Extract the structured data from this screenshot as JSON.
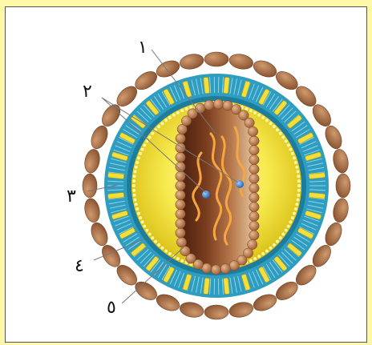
{
  "labels": {
    "l1": "١",
    "l2": "٢",
    "l3": "٣",
    "l4": "٤",
    "l5": "٥"
  },
  "colors": {
    "page_bg": "#fdf9a8",
    "spike": "#b7774b",
    "membrane": "#3aa6c8",
    "matrix": "#f2e24a",
    "capsid": "#8b4a24",
    "rna": "#f6a640",
    "enzyme": "#3b7fd0"
  }
}
